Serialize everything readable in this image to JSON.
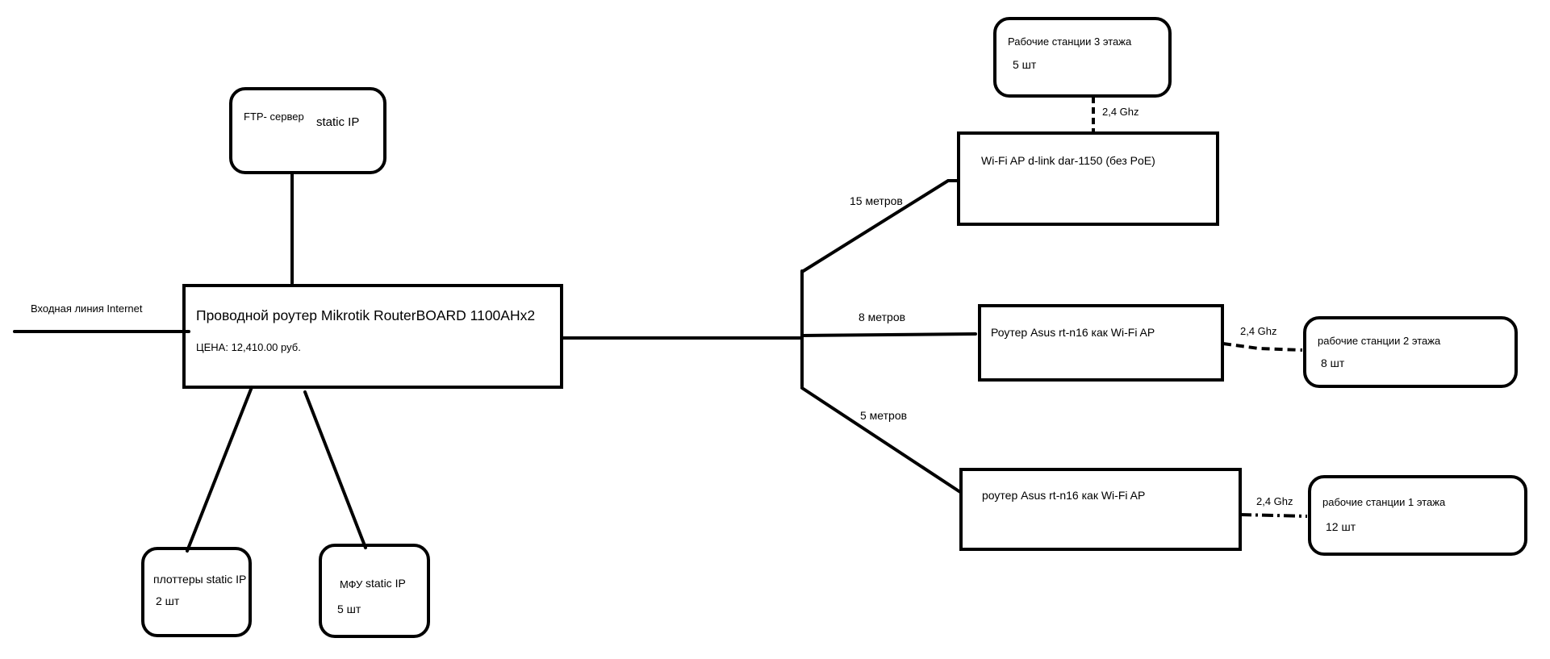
{
  "internet_label": "Входная линия Internet",
  "router": {
    "title": "Проводной роутер Mikrotik RouterBOARD 1100AHx2",
    "price": "ЦЕНА: 12,410.00 руб."
  },
  "ftp": {
    "name": "FTP- сервер",
    "ip": "static IP"
  },
  "plotters": {
    "name": "плоттеры static IP",
    "count": "2 шт"
  },
  "mfu": {
    "name": "МФУ",
    "ip": "static IP",
    "count": "5 шт"
  },
  "ap_dlink": {
    "name": "Wi-Fi AP d-link dar-1150 (без PoE)"
  },
  "ap_asus_2": {
    "name": "Роутер Asus rt-n16 как Wi-Fi AP"
  },
  "ap_asus_1": {
    "name": "роутер Asus rt-n16 как Wi-Fi AP"
  },
  "ws3": {
    "name": "Рабочие станции 3 этажа",
    "count": "5 шт"
  },
  "ws2": {
    "name": "рабочие станции 2 этажа",
    "count": "8 шт"
  },
  "ws1": {
    "name": "рабочие станции 1 этажа",
    "count": "12 шт"
  },
  "distances": {
    "d15": "15 метров",
    "d8": "8 метров",
    "d5": "5 метров"
  },
  "wifi": {
    "band3": "2,4 Ghz",
    "band2": "2,4 Ghz",
    "band1": "2,4 Ghz"
  }
}
